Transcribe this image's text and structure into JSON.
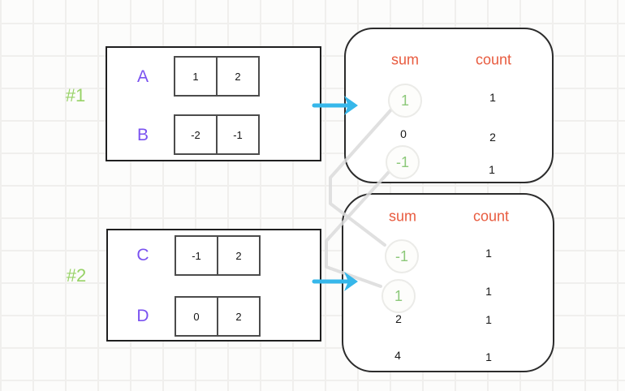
{
  "canvas": {
    "background": "#fcfcfb",
    "grid_color": "#f0efed"
  },
  "colors": {
    "header_orange": "#e85b3f",
    "highlight_green": "#8cc879",
    "label_green": "#97d266",
    "row_letter_purple": "#7a52f0",
    "arrow_blue": "#36b7ea",
    "connector_gray": "#dbdbdb",
    "box_border": "#1f1f1f"
  },
  "groups": [
    {
      "id_label": "#1",
      "rows": [
        {
          "label": "A",
          "cells": [
            "1",
            "2"
          ]
        },
        {
          "label": "B",
          "cells": [
            "-2",
            "-1"
          ]
        }
      ]
    },
    {
      "id_label": "#2",
      "rows": [
        {
          "label": "C",
          "cells": [
            "-1",
            "2"
          ]
        },
        {
          "label": "D",
          "cells": [
            "0",
            "2"
          ]
        }
      ]
    }
  ],
  "results": [
    {
      "headers": {
        "sum": "sum",
        "count": "count"
      },
      "rows": [
        {
          "sum": "1",
          "count": "1",
          "highlighted": true
        },
        {
          "sum": "0",
          "count": "2",
          "highlighted": false
        },
        {
          "sum": "-1",
          "count": "1",
          "highlighted": true
        }
      ]
    },
    {
      "headers": {
        "sum": "sum",
        "count": "count"
      },
      "rows": [
        {
          "sum": "-1",
          "count": "1",
          "highlighted": true
        },
        {
          "sum": "1",
          "count": "1",
          "highlighted": true
        },
        {
          "sum": "2",
          "count": "1",
          "highlighted": false
        },
        {
          "sum": "4",
          "count": "1",
          "highlighted": false
        }
      ]
    }
  ],
  "connections": [
    {
      "from": "result-1 sum 1",
      "to": "result-2 sum -1"
    },
    {
      "from": "result-1 sum -1",
      "to": "result-2 sum 1"
    }
  ]
}
